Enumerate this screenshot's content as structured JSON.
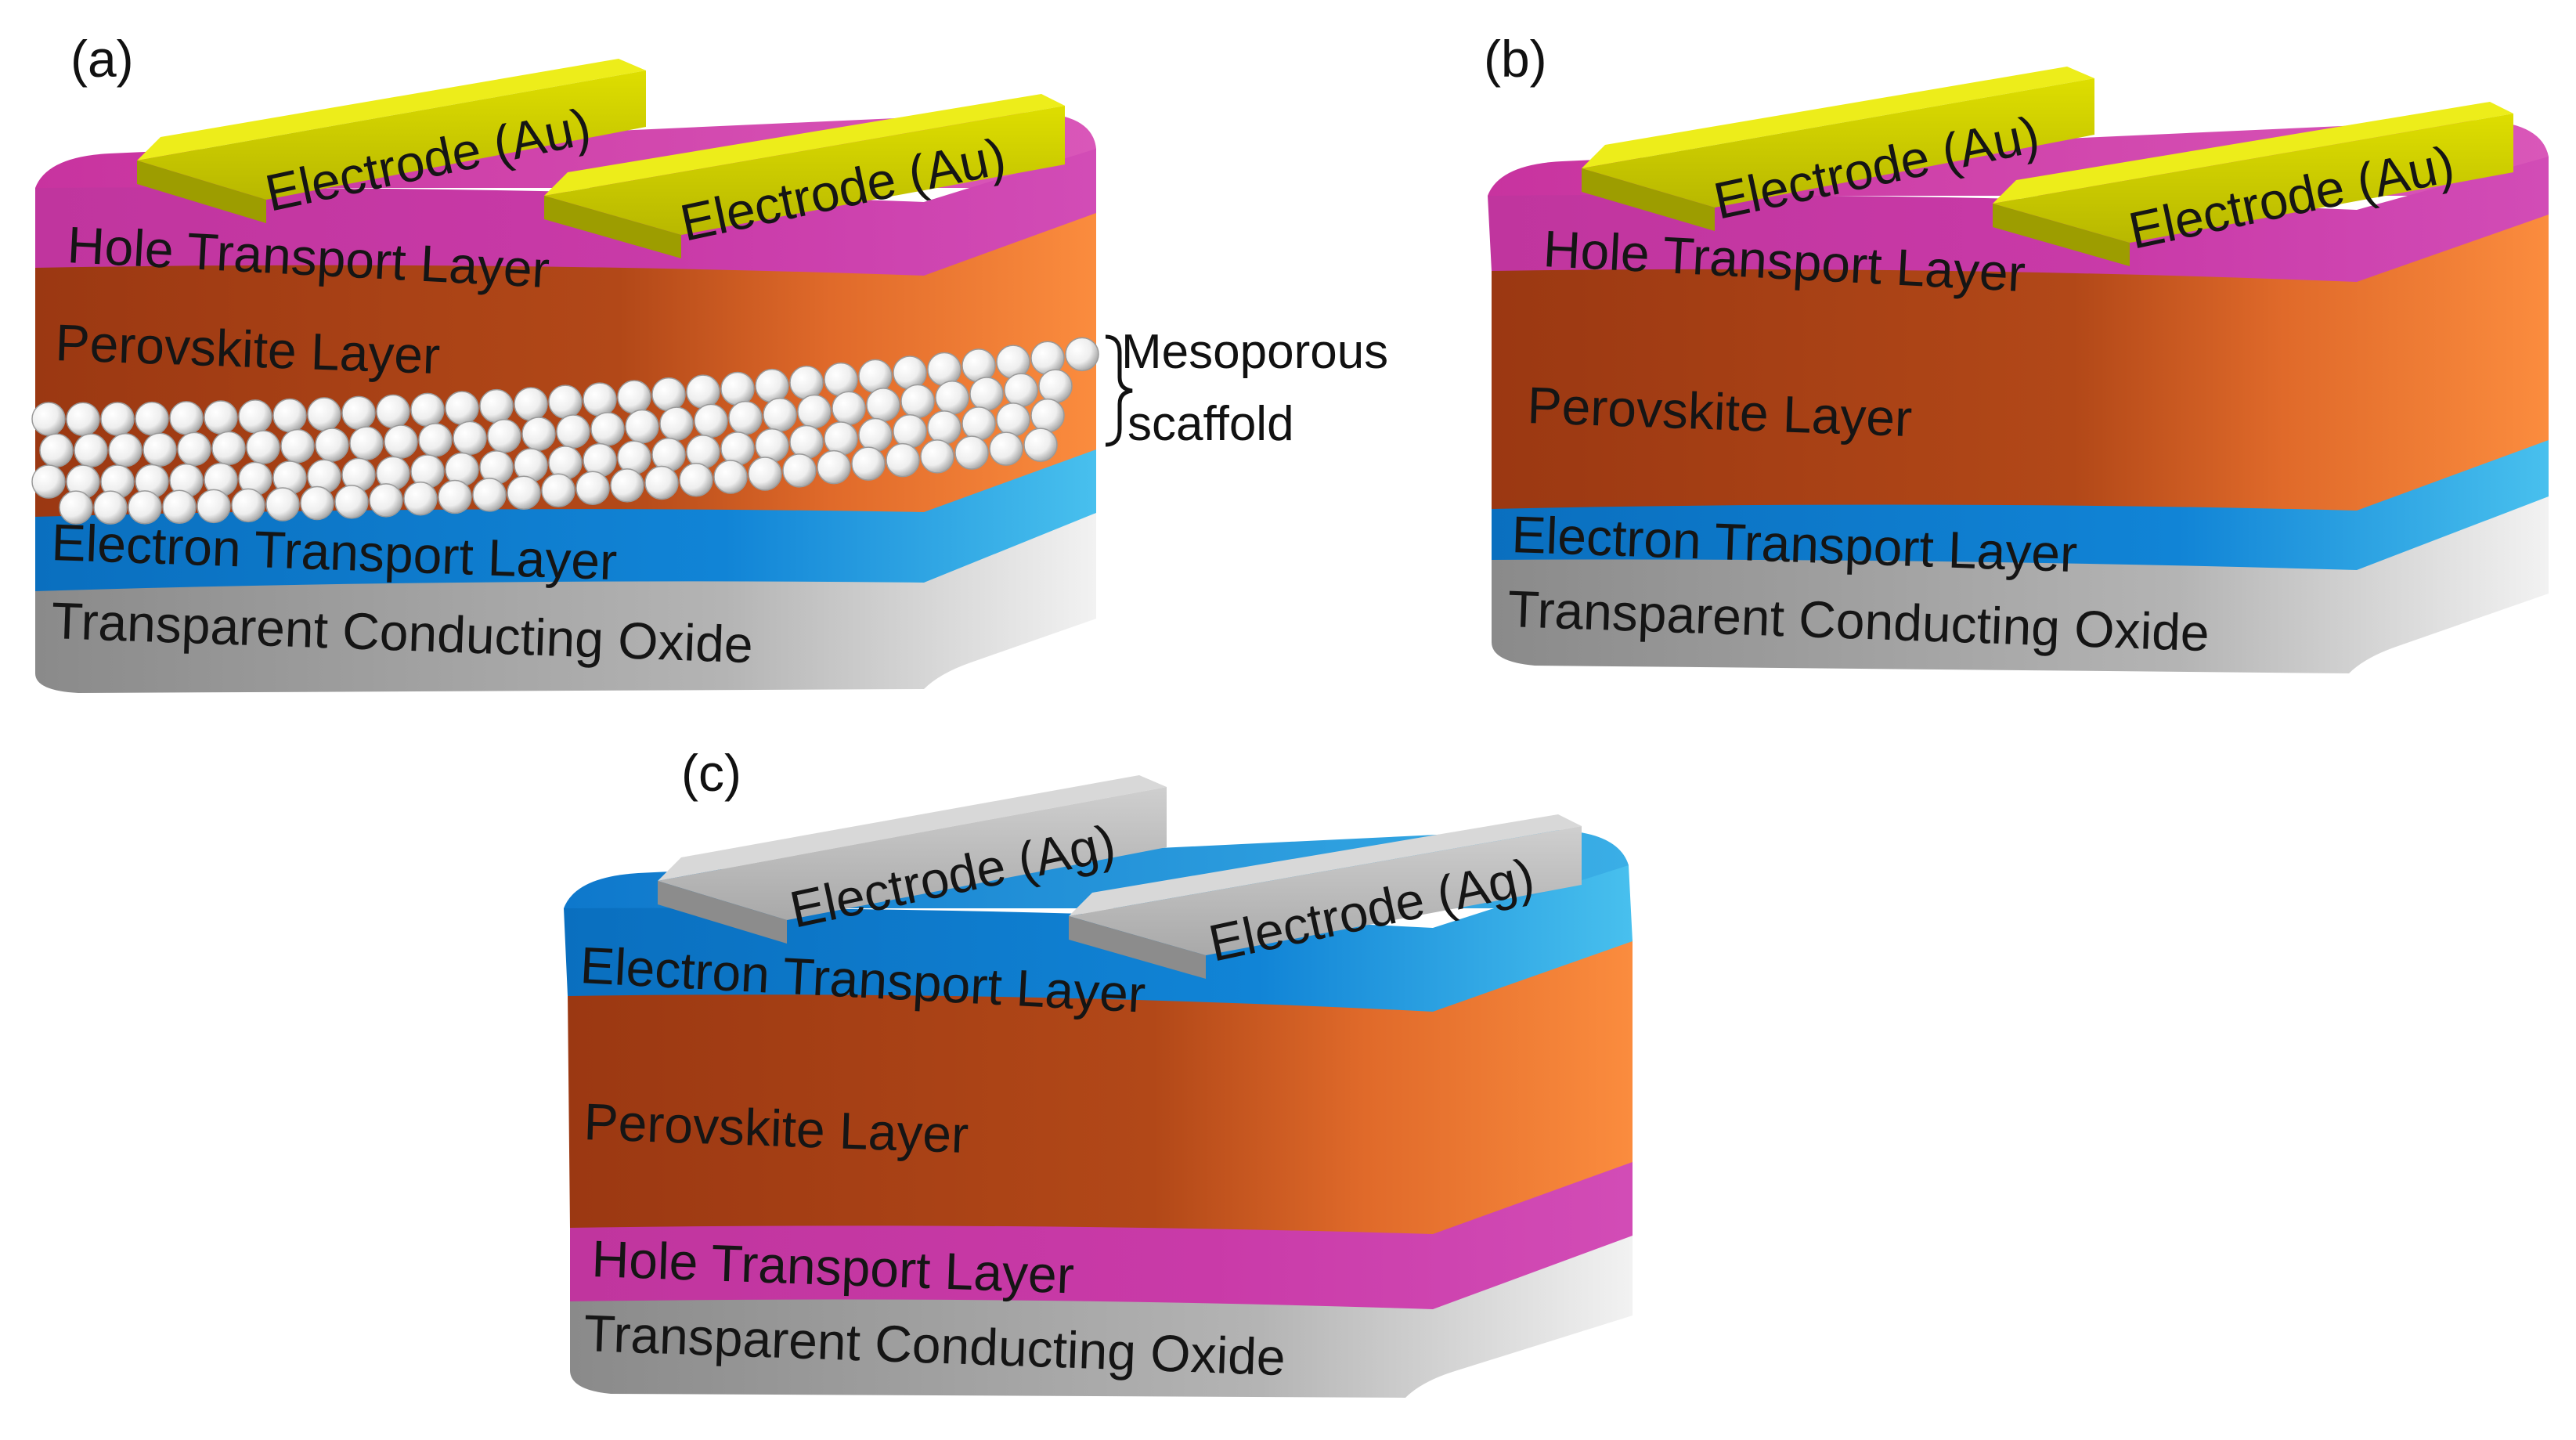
{
  "panels": [
    {
      "id": "a",
      "label": "(a)",
      "electrodes": [
        "Electrode (Au)",
        "Electrode (Au)"
      ],
      "layers": [
        "Hole Transport Layer",
        "Perovskite Layer",
        "Electron Transport Layer",
        "Transparent Conducting Oxide"
      ],
      "annotation": [
        "Mesoporous",
        "scaffold"
      ]
    },
    {
      "id": "b",
      "label": "(b)",
      "electrodes": [
        "Electrode (Au)",
        "Electrode (Au)"
      ],
      "layers": [
        "Hole Transport Layer",
        "Perovskite Layer",
        "Electron Transport Layer",
        "Transparent Conducting Oxide"
      ]
    },
    {
      "id": "c",
      "label": "(c)",
      "electrodes": [
        "Electrode (Ag)",
        "Electrode (Ag)"
      ],
      "layers": [
        "Electron Transport Layer",
        "Perovskite Layer",
        "Hole Transport Layer",
        "Transparent Conducting Oxide"
      ]
    }
  ],
  "colors": {
    "hole_transport": "#c93aa6",
    "perovskite": "#a93f16",
    "perovskite_side": "#f5823a",
    "electron_transport": "#0f7ed0",
    "electron_side": "#3ab8ea",
    "tco": "#8f8f8f",
    "electrode_au": "#c8c800",
    "electrode_ag": "#b0b0b0",
    "scaffold_beads": "#f0f0f0"
  }
}
